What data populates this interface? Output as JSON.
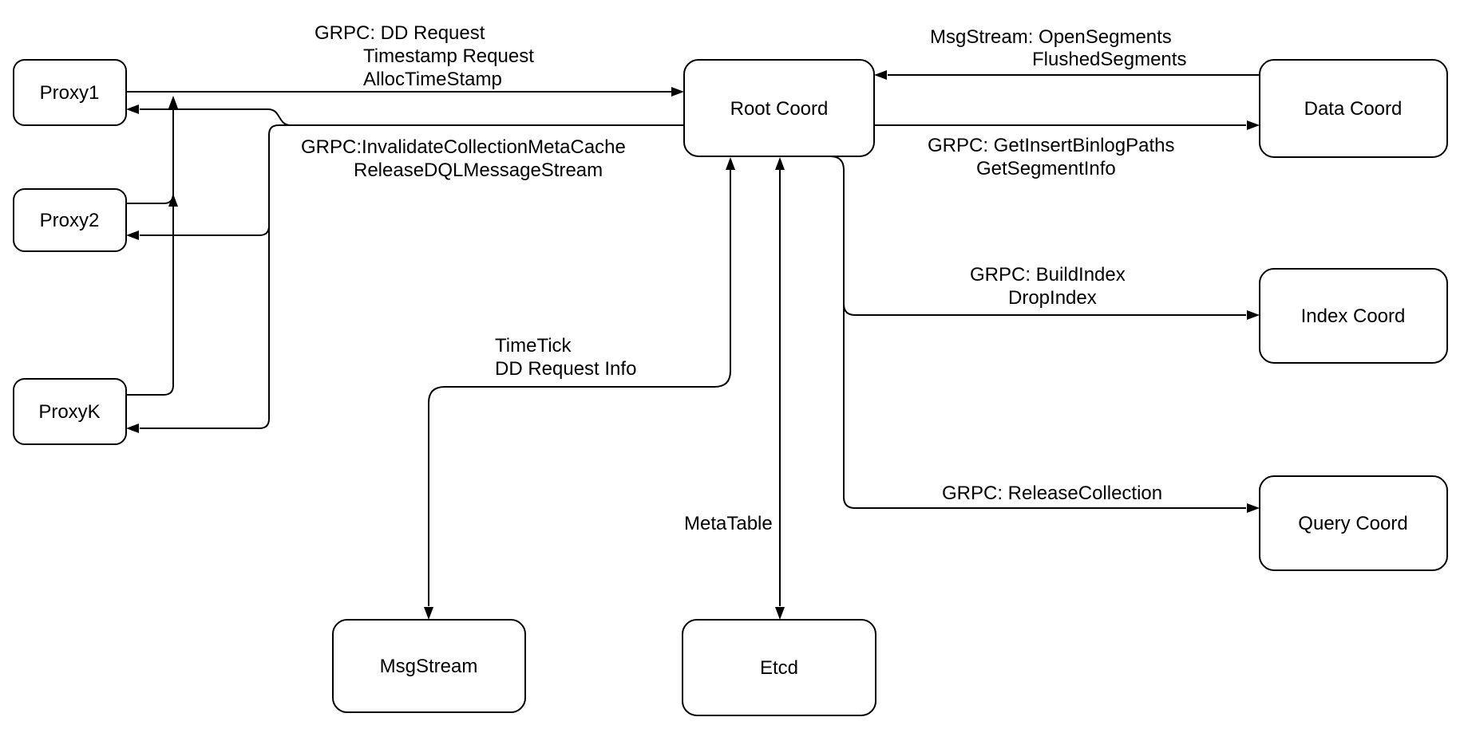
{
  "diagram": {
    "description": "Milvus Root Coord architecture diagram",
    "colors": {
      "background": "#ffffff",
      "node_fill": "#ffffff",
      "stroke": "#000000",
      "text": "#000000"
    },
    "nodes": [
      {
        "id": "proxy1",
        "label": "Proxy1"
      },
      {
        "id": "proxy2",
        "label": "Proxy2"
      },
      {
        "id": "proxyk",
        "label": "ProxyK"
      },
      {
        "id": "root-coord",
        "label": "Root Coord"
      },
      {
        "id": "data-coord",
        "label": "Data Coord"
      },
      {
        "id": "index-coord",
        "label": "Index Coord"
      },
      {
        "id": "query-coord",
        "label": "Query Coord"
      },
      {
        "id": "msgstream",
        "label": "MsgStream"
      },
      {
        "id": "etcd",
        "label": "Etcd"
      }
    ],
    "edges": [
      {
        "id": "proxies-to-rootcoord",
        "from": "Proxy1 / Proxy2 / ProxyK",
        "to": "Root Coord",
        "bidirectional": false,
        "label_lines": [
          "GRPC: DD Request",
          "Timestamp Request",
          "AllocTimeStamp"
        ]
      },
      {
        "id": "rootcoord-to-proxies",
        "from": "Root Coord",
        "to": "Proxy1 / Proxy2 / ProxyK",
        "bidirectional": false,
        "label_lines": [
          "GRPC:InvalidateCollectionMetaCache",
          "ReleaseDQLMessageStream"
        ]
      },
      {
        "id": "datacoord-to-rootcoord",
        "from": "Data Coord",
        "to": "Root Coord",
        "bidirectional": false,
        "label_lines": [
          "MsgStream: OpenSegments",
          "FlushedSegments"
        ]
      },
      {
        "id": "rootcoord-to-datacoord",
        "from": "Root Coord",
        "to": "Data Coord",
        "bidirectional": false,
        "label_lines": [
          "GRPC: GetInsertBinlogPaths",
          "GetSegmentInfo"
        ]
      },
      {
        "id": "rootcoord-to-indexcoord",
        "from": "Root Coord",
        "to": "Index Coord",
        "bidirectional": false,
        "label_lines": [
          "GRPC: BuildIndex",
          "DropIndex"
        ]
      },
      {
        "id": "rootcoord-to-querycoord",
        "from": "Root Coord",
        "to": "Query Coord",
        "bidirectional": false,
        "label_lines": [
          "GRPC: ReleaseCollection"
        ]
      },
      {
        "id": "rootcoord-msgstream",
        "from": "Root Coord",
        "to": "MsgStream",
        "bidirectional": true,
        "label_lines": [
          "TimeTick",
          "DD Request Info"
        ]
      },
      {
        "id": "rootcoord-etcd",
        "from": "Root Coord",
        "to": "Etcd",
        "bidirectional": true,
        "label_lines": [
          "MetaTable"
        ]
      }
    ]
  }
}
